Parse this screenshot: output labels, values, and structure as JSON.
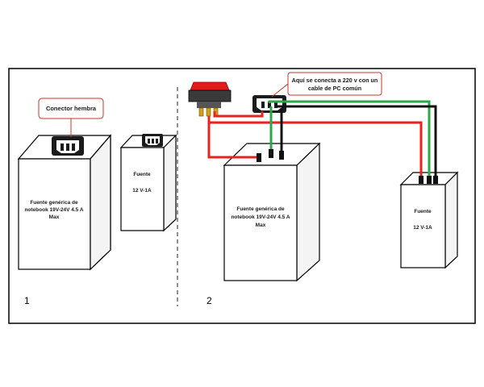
{
  "callouts": {
    "female_connector": "Conector hembra",
    "connection_line1": "Aquí se conecta a 220 v con un",
    "connection_line2": "cable de PC común"
  },
  "panel1": {
    "number": "1",
    "notebook_psu": {
      "line1": "Fuente genérica de",
      "line2": "notebook 19V-24V 4.5 A",
      "line3": "Max"
    },
    "small_psu": {
      "line1": "Fuente",
      "line2": "12 V-1A"
    }
  },
  "panel2": {
    "number": "2",
    "notebook_psu": {
      "line1": "Fuente genérica de",
      "line2": "notebook 19V-24V 4.5 A",
      "line3": "Max"
    },
    "small_psu": {
      "line1": "Fuente",
      "line2": "12 V-1A"
    }
  },
  "colors": {
    "wire_red": "#e8221e",
    "wire_green": "#2aa84a",
    "wire_black": "#111111",
    "switch_red": "#e31b1b",
    "callout_border": "#c0392b"
  }
}
